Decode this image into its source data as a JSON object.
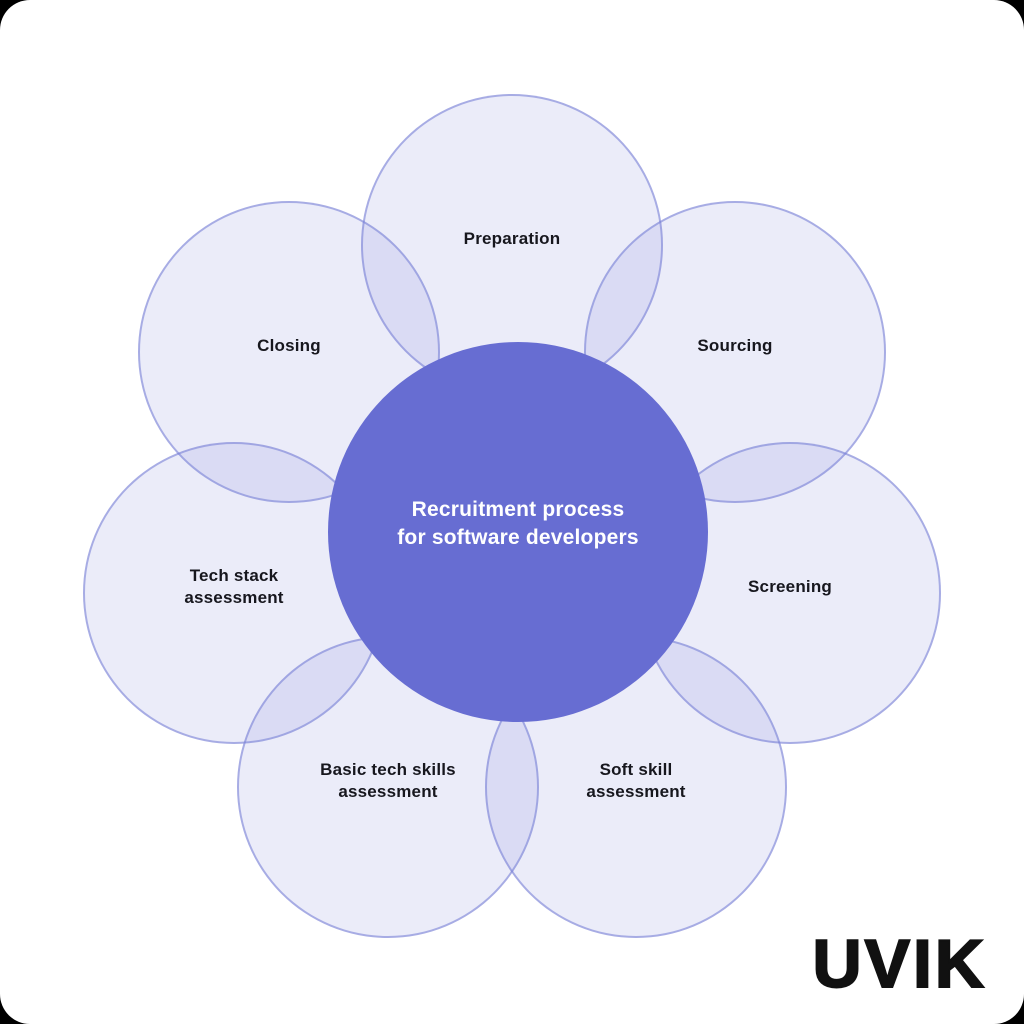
{
  "card": {
    "background": "#ffffff"
  },
  "brand": {
    "logo_text": "UVIK",
    "logo_color": "#111111"
  },
  "diagram": {
    "title": "Recruitment process for software developers",
    "center": {
      "label": "Recruitment process\nfor software developers",
      "fill": "#676dd2",
      "text_color": "#ffffff"
    },
    "petal_style": {
      "fill": "rgba(122,130,215,0.15)",
      "border_color": "rgba(122,130,215,0.60)",
      "label_color": "#17171e"
    },
    "petals": [
      {
        "id": "preparation",
        "label": "Preparation"
      },
      {
        "id": "sourcing",
        "label": "Sourcing"
      },
      {
        "id": "screening",
        "label": "Screening"
      },
      {
        "id": "soft-skill-assessment",
        "label": "Soft skill\nassessment"
      },
      {
        "id": "basic-tech-skills-assessment",
        "label": "Basic tech skills\nassessment"
      },
      {
        "id": "tech-stack-assessment",
        "label": "Tech stack\nassessment"
      },
      {
        "id": "closing",
        "label": "Closing"
      }
    ]
  }
}
